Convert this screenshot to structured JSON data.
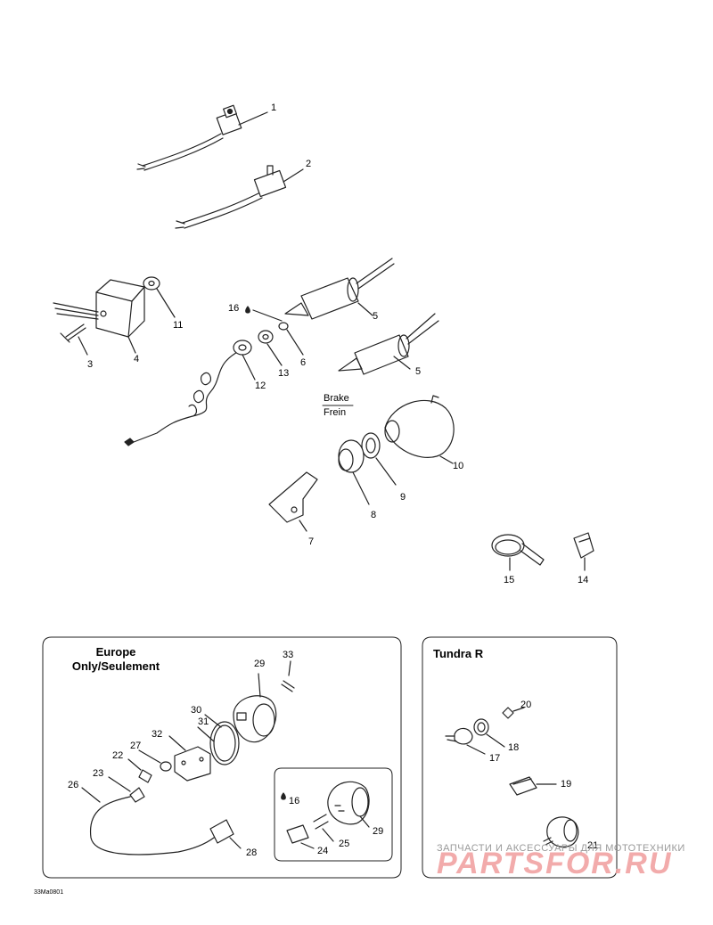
{
  "section_europe": {
    "title_line1": "Europe",
    "title_line2": "Only/Seulement"
  },
  "section_tundra": {
    "title": "Tundra R"
  },
  "brake_label": {
    "english": "Brake",
    "french": "Frein"
  },
  "drawing_code": "33Ma0801",
  "watermark": {
    "tagline": "ЗАПЧАСТИ И АКСЕССУАРЫ ДЛЯ МОТОТЕХНИКИ",
    "logo": "PARTSFOR.RU"
  },
  "callouts": {
    "c1": "1",
    "c2": "2",
    "c3": "3",
    "c4": "4",
    "c5a": "5",
    "c5b": "5",
    "c6": "6",
    "c7": "7",
    "c8": "8",
    "c9": "9",
    "c10": "10",
    "c11": "11",
    "c12": "12",
    "c13": "13",
    "c14": "14",
    "c15": "15",
    "c16a": "16",
    "c16b": "16",
    "c17": "17",
    "c18": "18",
    "c19": "19",
    "c20": "20",
    "c21": "21",
    "c22": "22",
    "c23": "23",
    "c24": "24",
    "c25": "25",
    "c26": "26",
    "c27": "27",
    "c28": "28",
    "c29a": "29",
    "c29b": "29",
    "c30": "30",
    "c31": "31",
    "c32": "32",
    "c33": "33"
  }
}
